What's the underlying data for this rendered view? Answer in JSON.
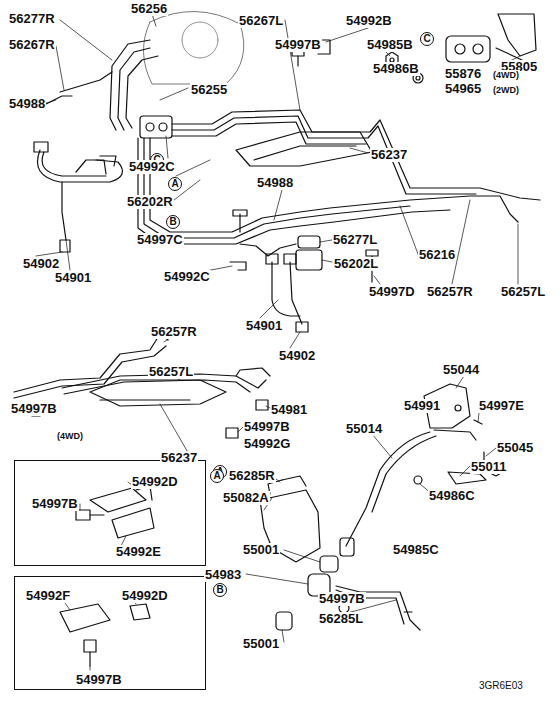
{
  "diagram": {
    "nodes": [
      {
        "text": [
          "A",
          "54992D",
          "54997B",
          "54992E"
        ]
      },
      {
        "text": [
          "B",
          "54992F",
          "54992D",
          "54997B"
        ]
      }
    ],
    "labels": [
      "56277R",
      "56256",
      "56267R",
      "56255",
      "56267L",
      "54992B",
      "54997B",
      "54985B",
      "54986B",
      "C",
      "55805",
      "55876",
      "(4WD)",
      "54965",
      "(2WD)",
      "54988",
      "C",
      "56237",
      "A",
      "54992C",
      "54988",
      "56202R",
      "B",
      "54997C",
      "56277L",
      "56216",
      "54902",
      "54901",
      "54992C",
      "56202L",
      "54997D",
      "56257R",
      "56257L",
      "54901",
      "54902",
      "56257R",
      "56257L",
      "54997B",
      "54981",
      "54997B",
      "54992G",
      "(4WD)",
      "56237",
      "55044",
      "54991",
      "54997E",
      "55014",
      "A",
      "56285R",
      "55082A",
      "55045",
      "55011",
      "54986C",
      "55001",
      "54985C",
      "54983",
      "54997B",
      "56285L",
      "55001",
      "3GR6E03"
    ]
  }
}
